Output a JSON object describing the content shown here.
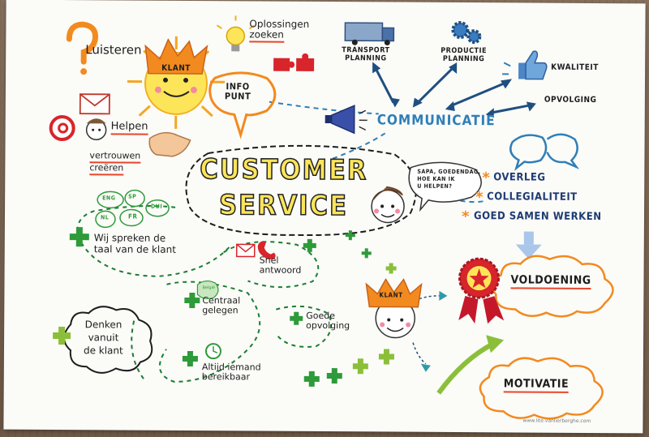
{
  "title": [
    "CUSTOMER",
    "SERVICE"
  ],
  "labels": {
    "luisteren": "Luisteren",
    "oplossingen": [
      "Oplossingen",
      "zoeken"
    ],
    "klant": "KLANT",
    "infopunt": [
      "INFO",
      "PUNT"
    ],
    "helpen": "Helpen",
    "vertrouwen": [
      "vertrouwen",
      "creëren"
    ],
    "transport": [
      "TRANSPORT",
      "PLANNING"
    ],
    "productie": [
      "PRODUCTIE",
      "PLANNING"
    ],
    "kwaliteit": "KWALITEIT",
    "opvolging_top": "OPVOLGING",
    "communicatie": "COMMUNICATIE",
    "speech": [
      "SAPA, GOEDENDAG,",
      "HOE KAN IK",
      "U HELPEN?"
    ],
    "overleg": "OVERLEG",
    "collegialiteit": "COLLEGIALITEIT",
    "goed_samen": "GOED SAMEN WERKEN",
    "voldoening": "VOLDOENING",
    "motivatie": "MOTIVATIE",
    "klant2": "KLANT",
    "talen": [
      "ENG",
      "FR",
      "SP",
      "NL",
      "DUI"
    ],
    "wij_spreken": [
      "Wij spreken de",
      "taal van de klant"
    ],
    "snel": [
      "Snel",
      "antwoord"
    ],
    "centraal": [
      "Centraal",
      "gelegen"
    ],
    "goede": [
      "Goede",
      "opvolging"
    ],
    "denken": [
      "Denken",
      "vanuit",
      "de klant"
    ],
    "altijd": [
      "Altijd iemand",
      "bereikbaar"
    ],
    "belgie": "België",
    "credit": "www.lite.vanlierberghe.com"
  },
  "colors": {
    "orange": "#f28a1f",
    "yellow": "#fde55a",
    "blue": "#2f7fb8",
    "green": "#2e9a3a",
    "red": "#d8242b",
    "navy": "#1f3b73"
  },
  "icons": [
    "question-mark-icon",
    "lightbulb-icon",
    "puzzle-icon",
    "crown-icon",
    "envelope-icon",
    "at-sign-icon",
    "handshake-icon",
    "truck-icon",
    "gears-icon",
    "thumbs-up-icon",
    "megaphone-icon",
    "speech-bubbles-icon",
    "rosette-icon",
    "clock-icon",
    "phone-icon",
    "plus-icon",
    "arrow-icon"
  ]
}
